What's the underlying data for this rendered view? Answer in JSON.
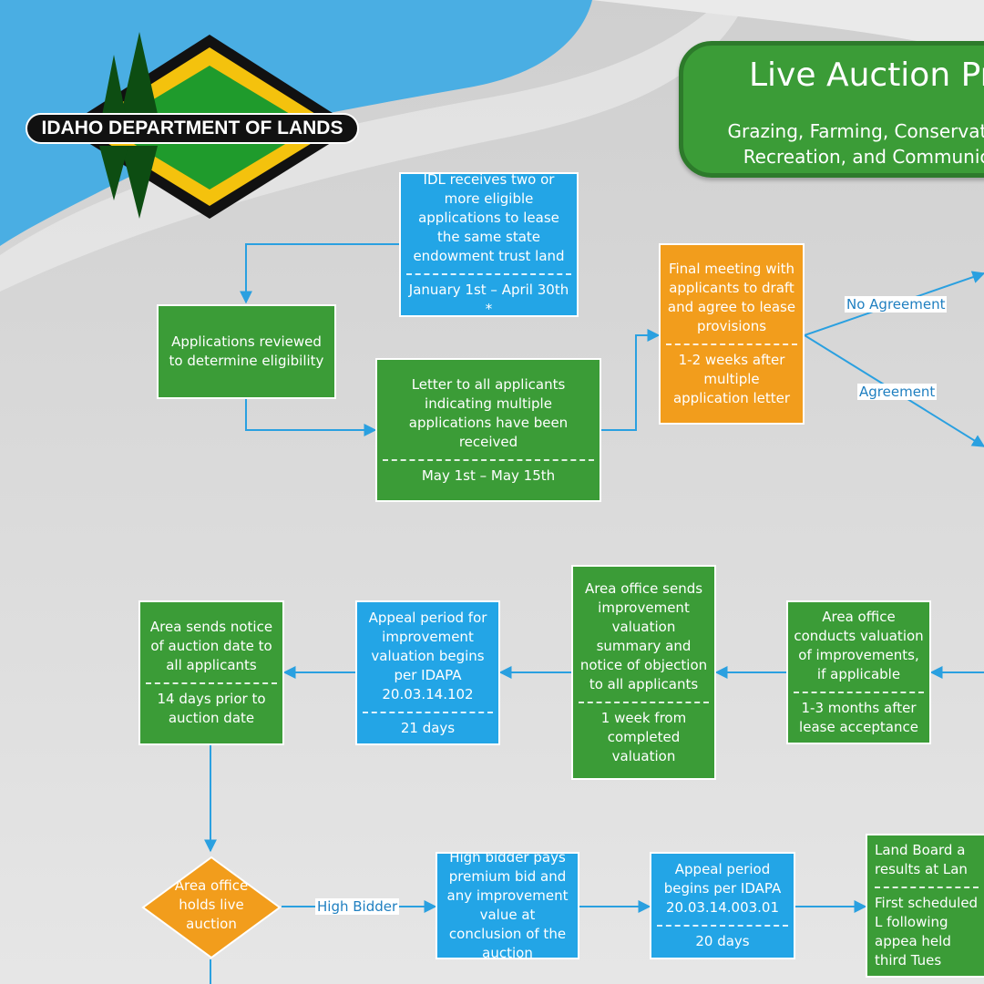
{
  "logo": {
    "text": "IDAHO DEPARTMENT OF LANDS"
  },
  "header": {
    "title": "Live Auction Pr",
    "subtitle_line1": "Grazing, Farming, Conservation, N",
    "subtitle_line2": "Recreation, and Communicatio"
  },
  "steps": {
    "idl_receives": {
      "text": "IDL receives two or more eligible applications to lease the same state endowment trust land",
      "timing": "January 1st – April 30th *"
    },
    "applications_reviewed": {
      "text": "Applications reviewed to determine eligibility"
    },
    "letter": {
      "text": "Letter to all applicants indicating multiple applications have been received",
      "timing": "May 1st – May 15th"
    },
    "final_meeting": {
      "text": "Final meeting with applicants to draft and agree to lease provisions",
      "timing": "1-2 weeks after multiple application letter"
    },
    "valuation": {
      "text": "Area office conducts valuation of improvements, if applicable",
      "timing": "1-3 months after lease acceptance"
    },
    "valuation_summary": {
      "text": "Area office sends improvement valuation summary and notice of objection to all applicants",
      "timing": "1 week from completed valuation"
    },
    "appeal_improvement": {
      "text": "Appeal period for improvement valuation begins per IDAPA 20.03.14.102",
      "timing": "21 days"
    },
    "notice_auction": {
      "text": "Area sends notice of auction date to all applicants",
      "timing": "14 days prior to auction date"
    },
    "holds_auction": {
      "text": "Area office holds live auction"
    },
    "high_bidder_pays": {
      "text": "High bidder pays premium bid and any improvement value at conclusion of the auction"
    },
    "appeal_period": {
      "text": "Appeal period begins per IDAPA 20.03.14.003.01",
      "timing": "20 days"
    },
    "land_board": {
      "text": "Land Board a results at Lan",
      "timing": "First scheduled L following appea held third Tues"
    }
  },
  "labels": {
    "no_agreement": "No Agreement",
    "agreement": "Agreement",
    "high_bidder": "High Bidder"
  },
  "colors": {
    "green": "#3b9c37",
    "blue": "#23a5e6",
    "orange": "#f29d1c",
    "arrow": "#2aa0e0"
  }
}
